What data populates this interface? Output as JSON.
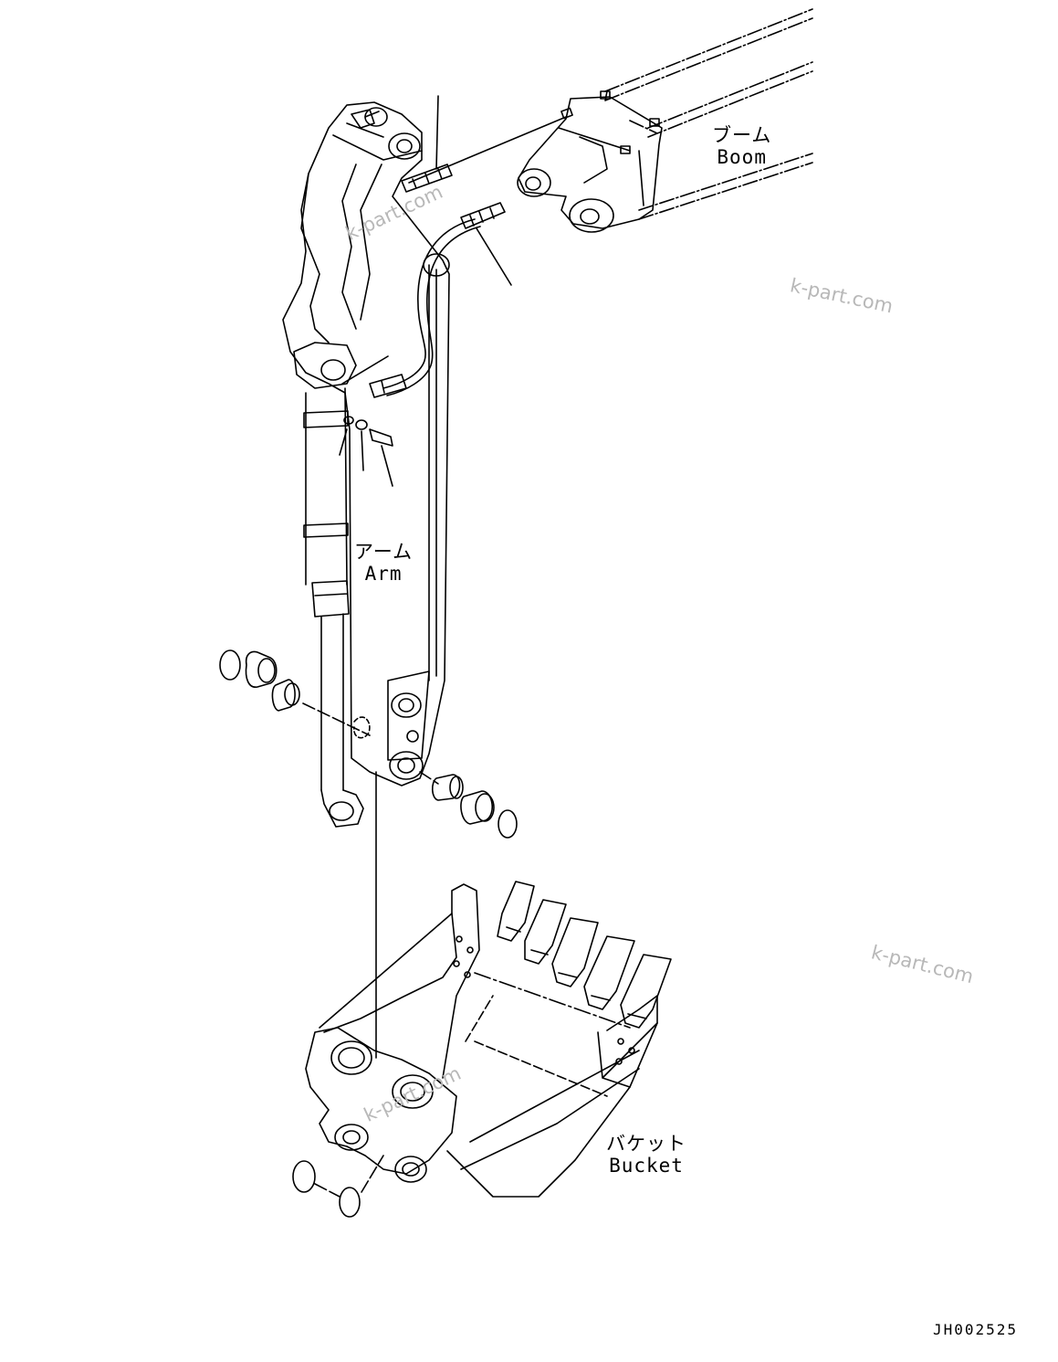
{
  "labels": {
    "boom_jp": "ブーム",
    "boom_en": "Boom",
    "arm_jp": "アーム",
    "arm_en": "Arm",
    "bucket_jp": "バケット",
    "bucket_en": "Bucket"
  },
  "watermark_text": "k-part.com",
  "drawing_id": "JH002525",
  "colors": {
    "line": "#000000",
    "watermark": "#b8b8b8",
    "background": "#ffffff"
  }
}
